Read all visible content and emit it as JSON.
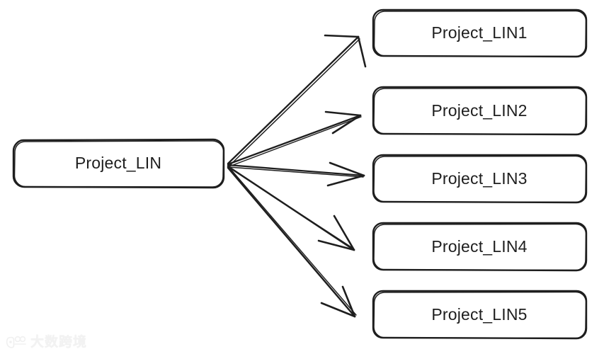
{
  "diagram": {
    "type": "tree",
    "style": "hand-drawn-sketch",
    "background_color": "#ffffff",
    "stroke_color": "#1e1e1e",
    "text_color": "#1e1e1e",
    "source_node": {
      "id": "source",
      "label": "Project_LIN"
    },
    "target_nodes": [
      {
        "id": "t1",
        "label": "Project_LIN1"
      },
      {
        "id": "t2",
        "label": "Project_LIN2"
      },
      {
        "id": "t3",
        "label": "Project_LIN3"
      },
      {
        "id": "t4",
        "label": "Project_LIN4"
      },
      {
        "id": "t5",
        "label": "Project_LIN5"
      }
    ],
    "edges": [
      {
        "from": "source",
        "to": "t1",
        "arrowhead": "open"
      },
      {
        "from": "source",
        "to": "t2",
        "arrowhead": "open"
      },
      {
        "from": "source",
        "to": "t3",
        "arrowhead": "open"
      },
      {
        "from": "source",
        "to": "t4",
        "arrowhead": "open"
      },
      {
        "from": "source",
        "to": "t5",
        "arrowhead": "open"
      }
    ]
  },
  "watermark": {
    "text": "大数跨境",
    "color": "#f2f2f2",
    "icon": "panda-logo-icon"
  }
}
